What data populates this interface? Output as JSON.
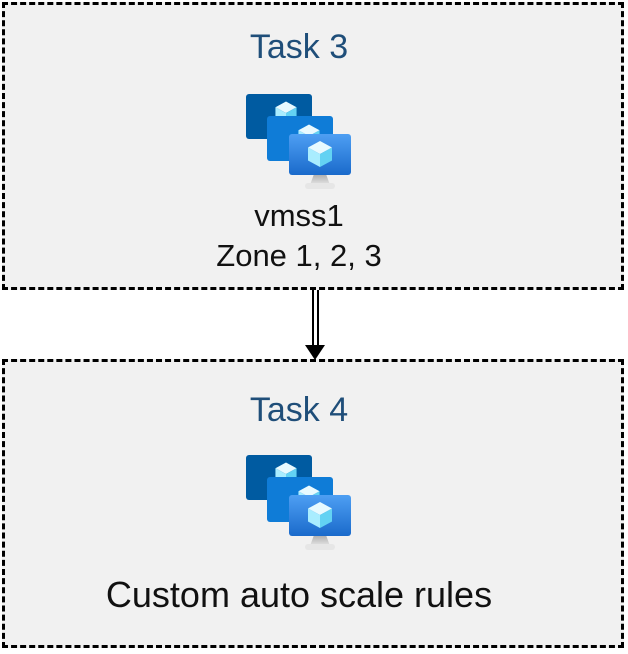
{
  "task3": {
    "title": "Task 3",
    "icon": "vm-scale-sets-icon",
    "name": "vmss1",
    "zones": "Zone 1, 2, 3"
  },
  "task4": {
    "title": "Task 4",
    "icon": "vm-scale-sets-icon",
    "label": "Custom auto scale rules"
  },
  "connector": {
    "type": "double-line-arrow",
    "direction": "down",
    "from": "task3",
    "to": "task4"
  },
  "colors": {
    "box-bg": "#F1F1F1",
    "box-border": "#000000",
    "title-text": "#1F4E79",
    "body-text": "#111111",
    "arrow": "#000000",
    "monitor-back": "#005BA1",
    "monitor-mid": "#0F7CD7",
    "monitor-front-top": "#4E9FF3",
    "monitor-front-bottom": "#1A6ACB",
    "cube-top": "#E8FAFF",
    "cube-left": "#A9EDFF",
    "cube-right": "#63D2F3",
    "stand-dark": "#ACACAC",
    "stand-light": "#E6E6E6"
  }
}
